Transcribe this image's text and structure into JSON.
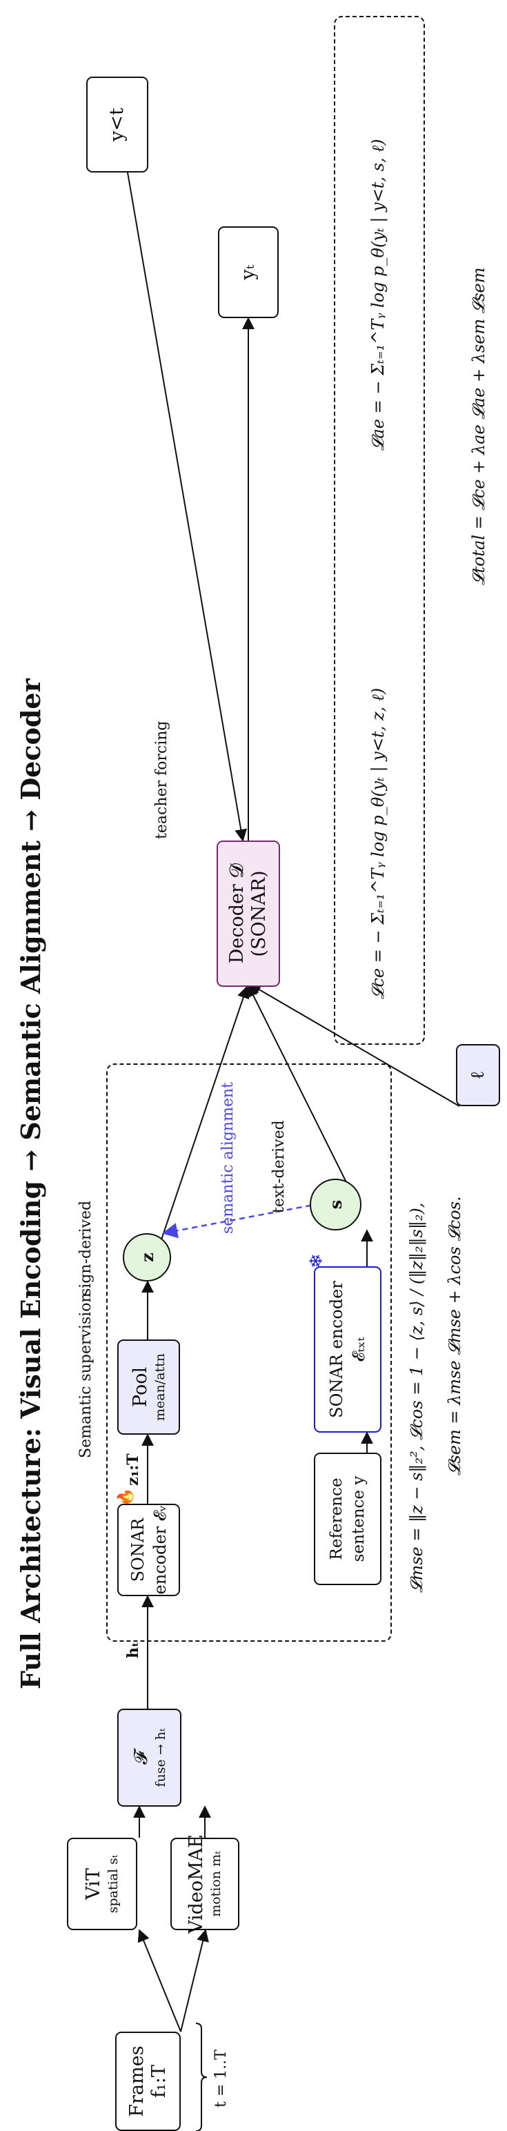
{
  "title": "Full Architecture: Visual Encoding → Semantic Alignment → Decoder",
  "nodes": {
    "frames": {
      "main": "Frames f₁:T",
      "range": "t = 1..T"
    },
    "vit": {
      "main": "ViT",
      "sub": "spatial sₜ"
    },
    "videomae": {
      "main": "VideoMAE",
      "sub": "motion mₜ"
    },
    "fuse": {
      "main": "𝓕",
      "sub": "fuse → hₜ"
    },
    "sonar_visual": {
      "main": "SONAR encoder 𝓔ᵥ",
      "badge": "🔥"
    },
    "pool": {
      "main": "Pool",
      "sub": "mean/attn"
    },
    "z": {
      "main": "z"
    },
    "reference": {
      "main": "Reference sentence y"
    },
    "sonar_text": {
      "main": "SONAR encoder 𝓔ₜₓₜ",
      "badge": "❄"
    },
    "s": {
      "main": "s"
    },
    "decoder": {
      "main": "Decoder 𝓓",
      "sub": "(SONAR)"
    },
    "y_prev": {
      "main": "y<t"
    },
    "y_t": {
      "main": "yₜ"
    },
    "lang": {
      "main": "ℓ"
    }
  },
  "labels": {
    "h_t": "hₜ",
    "z_seq": "z₁:T",
    "semantic_supervision": "Semantic supervision",
    "sign_derived": "sign-derived",
    "text_derived": "text-derived",
    "semantic_alignment": "semantic alignment",
    "teacher_forcing": "teacher forcing"
  },
  "losses": {
    "ce": "𝓛ce = − Σₜ₌₁^Tᵧ log p_θ(yₜ | y<t, z, ℓ)",
    "ae": "𝓛ae = − Σₜ₌₁^Tᵧ log p_θ(yₜ | y<t, s, ℓ)",
    "total": "𝓛total = 𝓛ce + λae 𝓛ae + λsem 𝓛sem",
    "mse_cos": "𝓛mse = ‖z − s‖₂²,    𝓛cos = 1 − ⟨z, s⟩ / (‖z‖₂‖s‖₂),",
    "sem": "𝓛sem = λmse 𝓛mse + λcos 𝓛cos."
  },
  "colors": {
    "lavender": "#ecebfb",
    "green": "#e3f6dd",
    "purple_fill": "#f6e6f3",
    "purple_border": "#7a2670",
    "blue": "#1a1ad8",
    "alignment": "#4848e0"
  }
}
